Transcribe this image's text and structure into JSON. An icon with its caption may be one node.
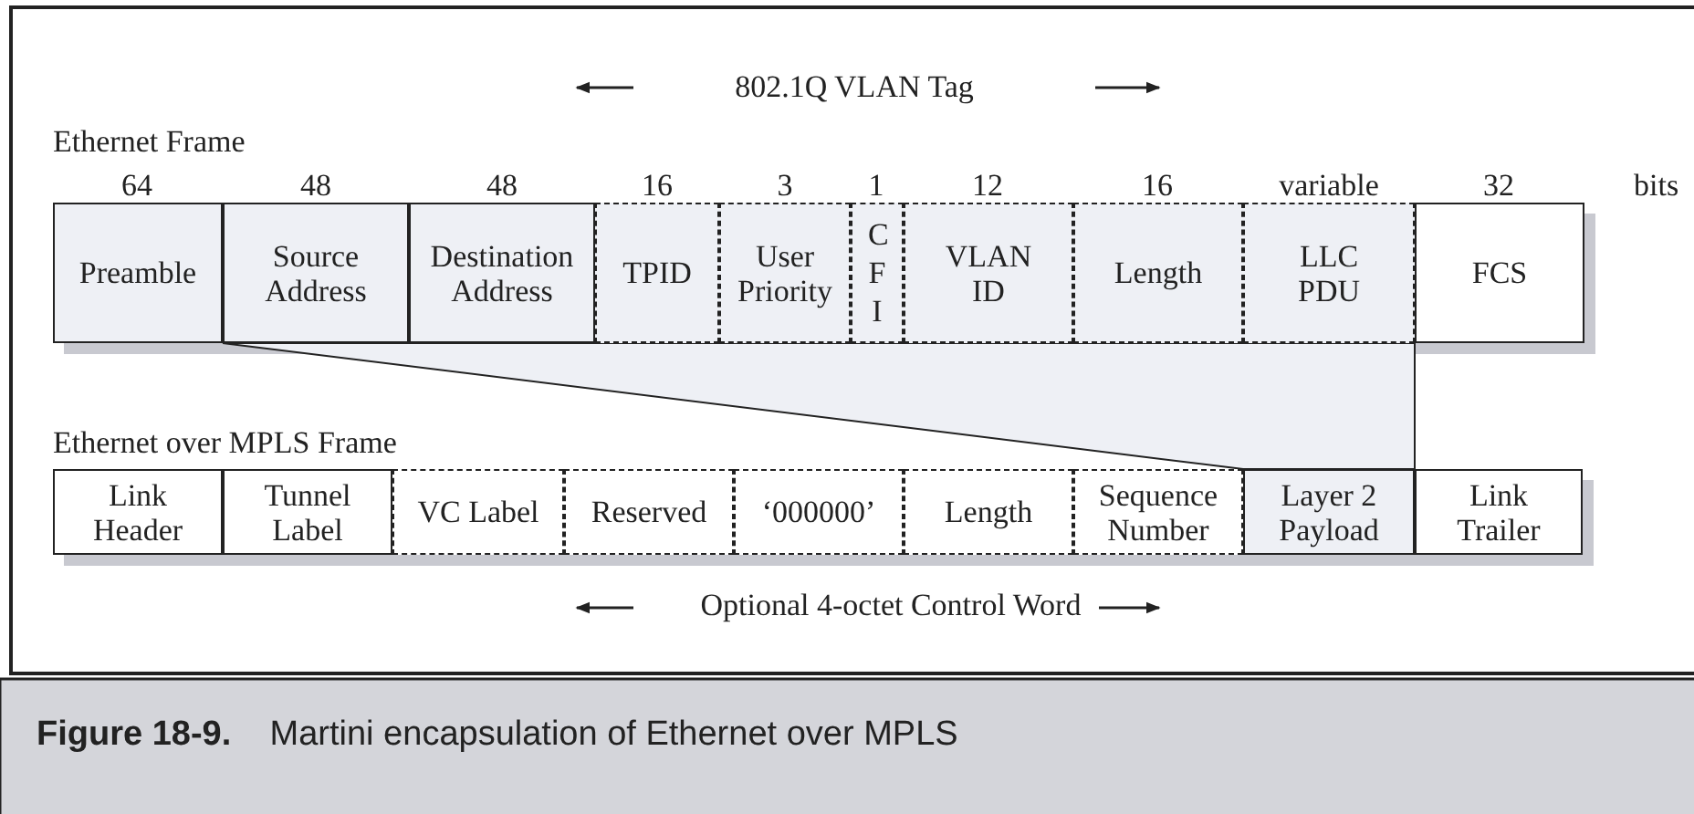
{
  "diagram": {
    "caption": "**Figure 18-9.**    Martini encapsulation of Ethernet over MPLS",
    "nodes": [
      {
        "text": [
          "Preamble"
        ]
      },
      {
        "text": [
          "Source Address"
        ]
      },
      {
        "text": [
          "Destination Address"
        ]
      },
      {
        "text": [
          "TPID"
        ]
      },
      {
        "text": [
          "User Priority"
        ]
      },
      {
        "text": [
          "C F I"
        ]
      },
      {
        "text": [
          "VLAN ID"
        ]
      },
      {
        "text": [
          "Length"
        ]
      },
      {
        "text": [
          "LLC PDU"
        ]
      },
      {
        "text": [
          "FCS"
        ]
      },
      {
        "text": [
          "Link Header"
        ]
      },
      {
        "text": [
          "Tunnel Label"
        ]
      },
      {
        "text": [
          "VC Label"
        ]
      },
      {
        "text": [
          "Reserved"
        ]
      },
      {
        "text": [
          "‘000000’"
        ]
      },
      {
        "text": [
          "Length"
        ]
      },
      {
        "text": [
          "Sequence Number"
        ]
      },
      {
        "text": [
          "Layer 2 Payload"
        ]
      },
      {
        "text": [
          "Link Trailer"
        ]
      },
      {
        "text": [],
        "shape": "trapezoid"
      }
    ],
    "edges": [],
    "labels": [
      "802.1Q VLAN Tag",
      "Ethernet Frame",
      "64",
      "48",
      "48",
      "16",
      "3",
      "1",
      "12",
      "16",
      "variable",
      "32",
      "bits",
      "Ethernet over MPLS Frame",
      "Optional 4-octet Control Word"
    ]
  }
}
